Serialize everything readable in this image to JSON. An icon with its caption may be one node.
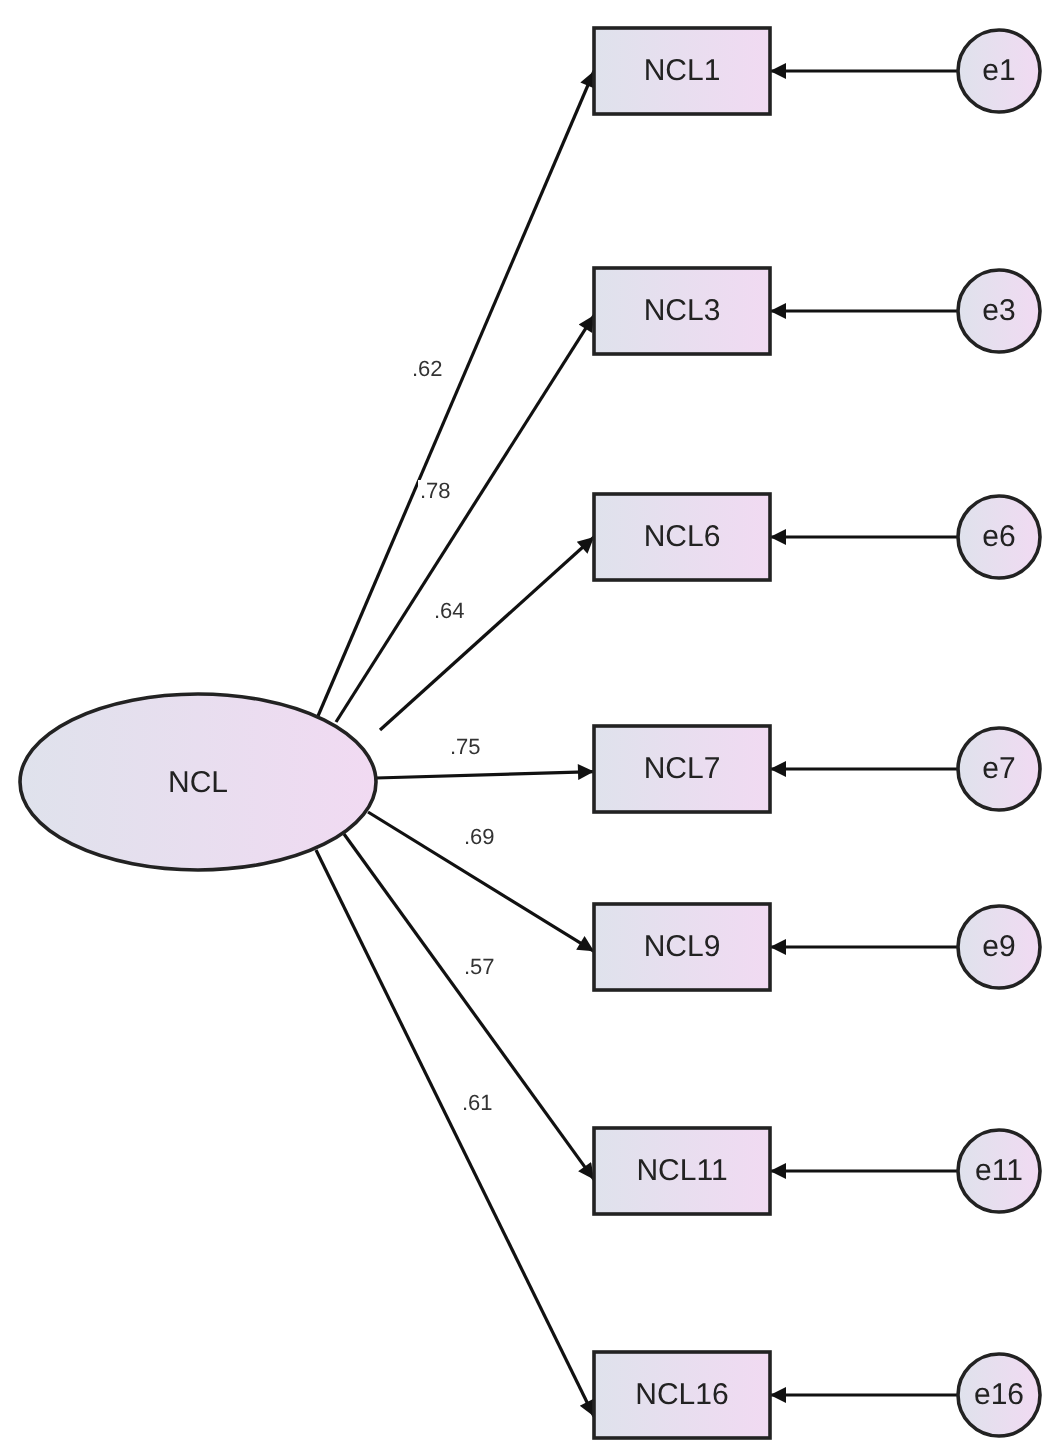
{
  "diagram": {
    "nodes": [
      {
        "text": [
          "NCL"
        ]
      },
      {
        "text": [
          "NCL1"
        ]
      },
      {
        "text": [
          "NCL3"
        ]
      },
      {
        "text": [
          "NCL6"
        ]
      },
      {
        "text": [
          "NCL7"
        ]
      },
      {
        "text": [
          "NCL9"
        ]
      },
      {
        "text": [
          "NCL11"
        ]
      },
      {
        "text": [
          "NCL16"
        ]
      },
      {
        "text": [
          "e1"
        ]
      },
      {
        "text": [
          "e3"
        ]
      },
      {
        "text": [
          "e6"
        ]
      },
      {
        "text": [
          "e7"
        ]
      },
      {
        "text": [
          "e9"
        ]
      },
      {
        "text": [
          "e11"
        ]
      },
      {
        "text": [
          "e16"
        ]
      }
    ],
    "edges": [
      {
        "from": 0,
        "to": 1,
        "arrow": "to",
        "label": ".62"
      },
      {
        "from": 0,
        "to": 2,
        "arrow": "to",
        "label": ".78"
      },
      {
        "from": 0,
        "to": 3,
        "arrow": "to",
        "label": ".64"
      },
      {
        "from": 0,
        "to": 4,
        "arrow": "to",
        "label": ".75"
      },
      {
        "from": 0,
        "to": 5,
        "arrow": "to",
        "label": ".69"
      },
      {
        "from": 0,
        "to": 6,
        "arrow": "to",
        "label": ".57"
      },
      {
        "from": 0,
        "to": 7,
        "arrow": "to",
        "label": ".61"
      },
      {
        "from": 8,
        "to": 1,
        "arrow": "to"
      },
      {
        "from": 9,
        "to": 2,
        "arrow": "to"
      },
      {
        "from": 10,
        "to": 3,
        "arrow": "to"
      },
      {
        "from": 11,
        "to": 4,
        "arrow": "to"
      },
      {
        "from": 12,
        "to": 5,
        "arrow": "to"
      },
      {
        "from": 13,
        "to": 6,
        "arrow": "to"
      },
      {
        "from": 14,
        "to": 7,
        "arrow": "to"
      }
    ]
  }
}
